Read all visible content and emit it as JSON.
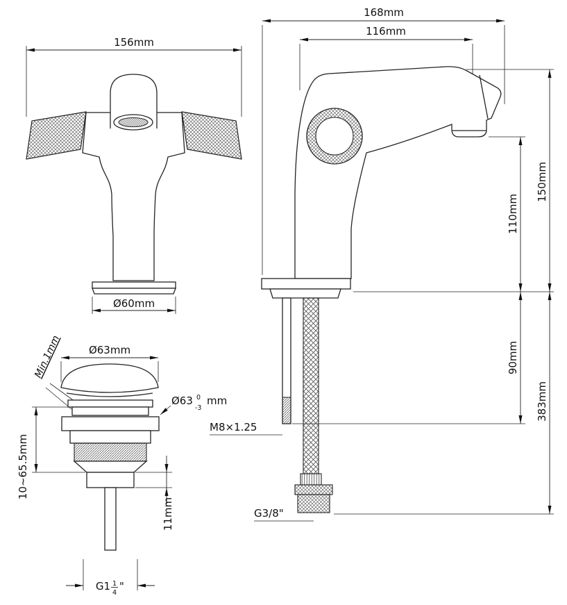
{
  "drawing": {
    "front": {
      "width_dim": "156mm",
      "base_dim": "Ø60mm"
    },
    "side": {
      "reach_dim": "168mm",
      "spout_reach_dim": "116mm",
      "height_dim": "150mm",
      "spout_height_dim": "110mm",
      "shank_dim": "90mm",
      "hose_dim": "383mm",
      "shank_thread": "M8×1.25",
      "hose_thread": "G3/8\""
    },
    "waste": {
      "min_gap": "Min.1mm",
      "cap_dim": "Ø63mm",
      "flange_dim": "Ø63",
      "flange_tol_upper": "0",
      "flange_tol_lower": "-3",
      "flange_unit": "mm",
      "height_range_dim": "10~65.5mm",
      "locknut_dim": "11mm",
      "thread_prefix": "G1",
      "thread_num": "1",
      "thread_den": "4",
      "thread_quote": "\""
    }
  }
}
